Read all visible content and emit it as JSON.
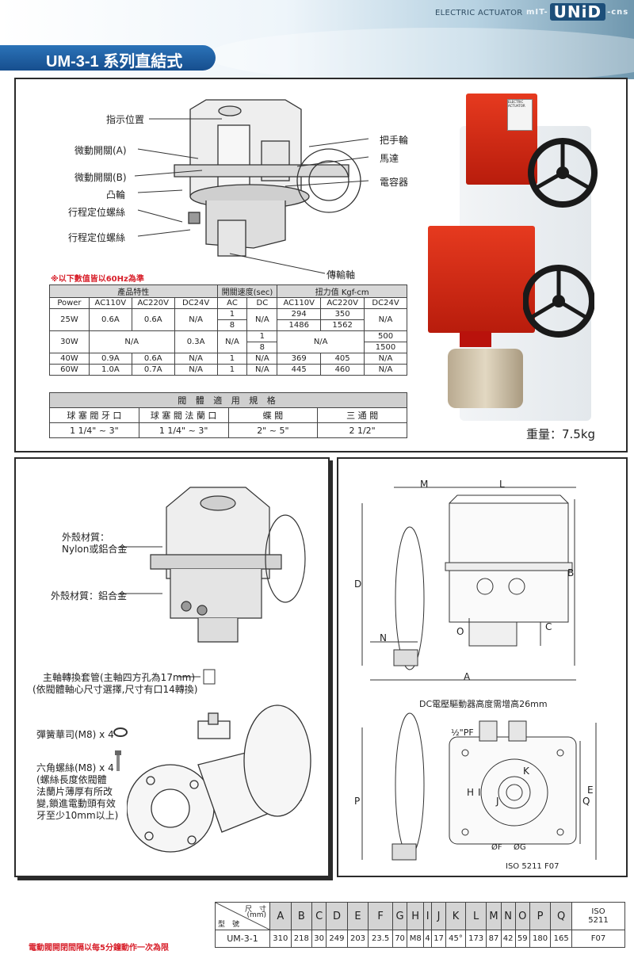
{
  "header": {
    "brand_caption": "ELECTRIC ACTUATOR",
    "brand_prefix": "mIT-",
    "brand_main": "UNiD",
    "brand_suffix": "-cns",
    "title": "UM-3-1 系列直結式",
    "colors": {
      "title_bar": "#1f5fa3",
      "accent_red": "#d8202b"
    }
  },
  "top": {
    "part_labels": {
      "indicator": "指示位置",
      "switch_a": "微動開關(A)",
      "switch_b": "微動開關(B)",
      "cam": "凸輪",
      "stop_screw_1": "行程定位螺絲",
      "stop_screw_2": "行程定位螺絲",
      "handwheel": "把手輪",
      "motor": "馬達",
      "capacitor": "電容器",
      "drive_shaft": "傳輸軸"
    },
    "note": "※以下數值皆以60Hz為準",
    "spec_table": {
      "group_headers": [
        "產品特性",
        "開關速度(sec)",
        "扭力值 Kgf-cm"
      ],
      "sub_headers": [
        "Power",
        "AC110V",
        "AC220V",
        "DC24V",
        "AC",
        "DC",
        "AC110V",
        "AC220V",
        "DC24V"
      ],
      "row_25w": {
        "power": "25W",
        "ac110": "0.6A",
        "ac220": "0.6A",
        "dc24": "N/A",
        "ac_speed_1": "1",
        "ac_speed_2": "8",
        "dc_speed": "N/A",
        "t110_1": "294",
        "t220_1": "350",
        "t110_2": "1486",
        "t220_2": "1562",
        "tdc": "N/A"
      },
      "row_30w": {
        "power": "30W",
        "ac": "N/A",
        "dc24": "0.3A",
        "ac_speed": "N/A",
        "dc_speed_1": "1",
        "dc_speed_2": "8",
        "t_ac": "N/A",
        "tdc_1": "500",
        "tdc_2": "1500"
      },
      "row_40w": {
        "power": "40W",
        "ac110": "0.9A",
        "ac220": "0.6A",
        "dc24": "N/A",
        "ac_speed": "1",
        "dc_speed": "N/A",
        "t110": "369",
        "t220": "405",
        "tdc": "N/A"
      },
      "row_60w": {
        "power": "60W",
        "ac110": "1.0A",
        "ac220": "0.7A",
        "dc24": "N/A",
        "ac_speed": "1",
        "dc_speed": "N/A",
        "t110": "445",
        "t220": "460",
        "tdc": "N/A"
      }
    },
    "valve_table": {
      "title": "閥 體 適 用 規 格",
      "headers": [
        "球 塞 閥 牙 口",
        "球 塞 閥 法 蘭 口",
        "蝶 閥",
        "三 通 閥"
      ],
      "values": [
        "1 1/4\" ~ 3\"",
        "1 1/4\" ~ 3\"",
        "2\" ~ 5\"",
        "2 1/2\""
      ]
    },
    "weight": "重量：7.5kg",
    "photo_plate_text": "ELECTRIC ACTUATOR"
  },
  "left": {
    "shell1_l1": "外殼材質：",
    "shell1_l2": "Nylon或鋁合金",
    "shell2": "外殼材質：鋁合金",
    "sleeve_l1": "主軸轉換套管(主軸四方孔為17mm)",
    "sleeve_l2": "(依閥體軸心尺寸選擇,尺寸有口14轉換)",
    "washer": "彈簧華司(M8) x 4",
    "bolt_l1": "六角螺絲(M8) x 4",
    "bolt_l2": "(螺絲長度依閥體",
    "bolt_l3": "法蘭片薄厚有所改",
    "bolt_l4": "變,鎖進電動頭有效",
    "bolt_l5": "牙至少10mm以上)"
  },
  "right": {
    "dims": {
      "M": "M",
      "L": "L",
      "D": "D",
      "B": "B",
      "N": "N",
      "O": "O",
      "C": "C",
      "A": "A",
      "P": "P",
      "Q": "Q",
      "E": "E",
      "H": "H",
      "I": "I",
      "J": "J",
      "K": "K",
      "F": "ØF",
      "G": "ØG"
    },
    "dc_note": "DC電壓驅動器高度需增高26mm",
    "pf_label": "½\"PF",
    "iso_note": "ISO 5211 F07"
  },
  "dim_table": {
    "corner_size": "尺　寸",
    "corner_unit": "(mm)",
    "corner_model": "型　號",
    "headers": [
      "A",
      "B",
      "C",
      "D",
      "E",
      "F",
      "G",
      "H",
      "I",
      "J",
      "K",
      "L",
      "M",
      "N",
      "O",
      "P",
      "Q"
    ],
    "iso_header_1": "ISO",
    "iso_header_2": "5211",
    "model": "UM-3-1",
    "values": [
      "310",
      "218",
      "30",
      "249",
      "203",
      "23.5",
      "70",
      "M8",
      "4",
      "17",
      "45°",
      "173",
      "87",
      "42",
      "59",
      "180",
      "165"
    ],
    "iso_value": "F07"
  },
  "footer_note": "電動閥開閉間隔以每5分鐘動作一次為限"
}
